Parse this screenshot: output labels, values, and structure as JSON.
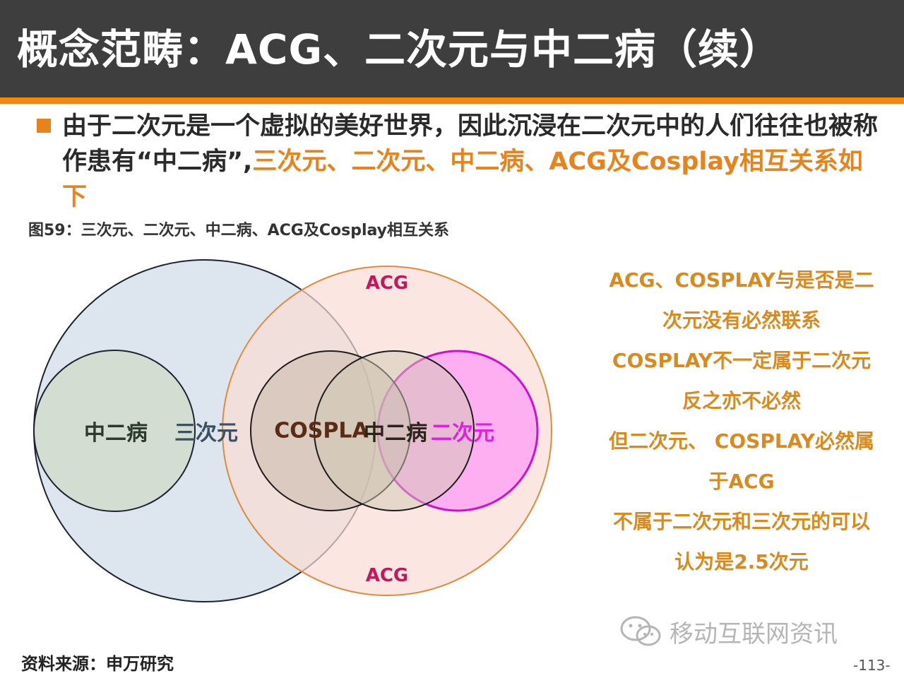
{
  "title": "概念范畴：ACG、二次元与中二病（续）",
  "bullet": {
    "text_plain": "由于二次元是一个虚拟的美好世界，因此沉浸在二次元中的人们往往也被称作患有“中二病”,",
    "text_highlight": "三次元、二次元、中二病、ACG及Cosplay相互关系如下"
  },
  "figure_caption": "图59：三次元、二次元、中二病、ACG及Cosplay相互关系",
  "venn": {
    "acg_top": "ACG",
    "acg_bottom": "ACG",
    "left_inner": "中二病",
    "sanciyuan": "三次元",
    "cosplay": "COSPLA",
    "right_inner": "中二病",
    "erciyuan": "二次元"
  },
  "notes": [
    "ACG、COSPLAY与是否是二",
    "次元没有必然联系",
    "COSPLAY不一定属于二次元",
    "反之亦不必然",
    "但二次元、 COSPLAY必然属",
    "于ACG",
    "不属于二次元和三次元的可以",
    "认为是2.5次元"
  ],
  "source": "资料来源：申万研究",
  "watermark": "移动互联网资讯",
  "page_number": "-113-",
  "colors": {
    "header_bg": "#3e3e3e",
    "accent_orange": "#f0870f",
    "highlight": "#e8821a",
    "acg_label": "#c2185b",
    "erciyuan_pink": "#e020e0",
    "notes": "#d98a1e"
  }
}
